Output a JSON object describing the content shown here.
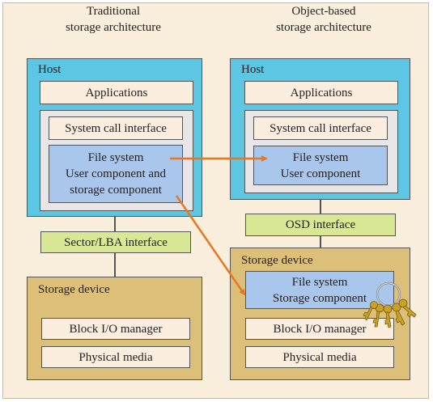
{
  "traditional": {
    "heading": [
      "Traditional",
      "storage architecture"
    ],
    "host_label": "Host",
    "applications": "Applications",
    "system_call_interface": "System call interface",
    "file_system": [
      "File system",
      "User component and",
      "storage component"
    ],
    "interface": "Sector/LBA interface",
    "storage_label": "Storage device",
    "block_io": "Block I/O manager",
    "physical_media": "Physical media"
  },
  "object_based": {
    "heading": [
      "Object-based",
      "storage architecture"
    ],
    "host_label": "Host",
    "applications": "Applications",
    "system_call_interface": "System call interface",
    "file_system": [
      "File system",
      "User component"
    ],
    "interface": "OSD interface",
    "storage_label": "Storage device",
    "storage_file_system": [
      "File system",
      "Storage component"
    ],
    "block_io": "Block I/O manager",
    "physical_media": "Physical media"
  },
  "colors": {
    "background": "#faeedd",
    "host": "#5cc6e3",
    "storage_device": "#dcc07a",
    "file_system": "#a9c6ec",
    "interface": "#d9e894",
    "arrow": "#e87722"
  },
  "icons": [
    "keys-icon"
  ]
}
